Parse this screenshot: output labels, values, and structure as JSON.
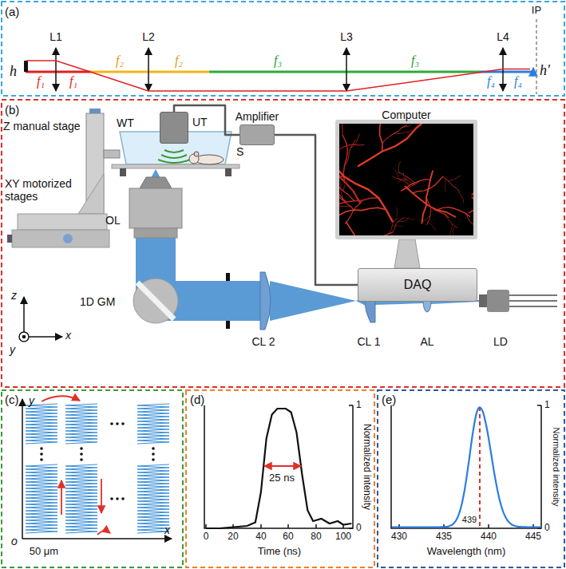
{
  "diagram": {
    "nodes": [
      {
        "text": [
          "UT"
        ]
      },
      {
        "text": [
          "Amplifier"
        ]
      },
      {
        "text": [
          "Computer"
        ]
      },
      {
        "text": [
          "DAQ"
        ]
      }
    ],
    "edges": [
      {
        "from": 0,
        "to": 1,
        "arrow": "none"
      },
      {
        "from": 1,
        "to": 3,
        "arrow": "none"
      }
    ],
    "labels": [
      "(a)",
      "h",
      "L1",
      "L2",
      "L3",
      "L4",
      "IP",
      "f₁",
      "f₁",
      "f₂",
      "f₂",
      "f₃",
      "f₃",
      "f₄",
      "f₄",
      "h′",
      "(b)",
      "WT",
      "S",
      "Z manual stage",
      "XY motorized stages",
      "OL",
      "1D GM",
      "CL 2",
      "CL 1",
      "AL",
      "LD",
      "z",
      "x",
      "y",
      "(c)",
      "y",
      "o",
      "x",
      "50 μm",
      "(d)",
      "25 ns",
      "1",
      "0",
      "Normalized intensity",
      "0",
      "20",
      "40",
      "60",
      "80",
      "100",
      "Time (ns)",
      "(e)",
      "439",
      "1",
      "0",
      "Normalized intensity",
      "430",
      "435",
      "440",
      "445",
      "Wavelength (nm)"
    ]
  }
}
